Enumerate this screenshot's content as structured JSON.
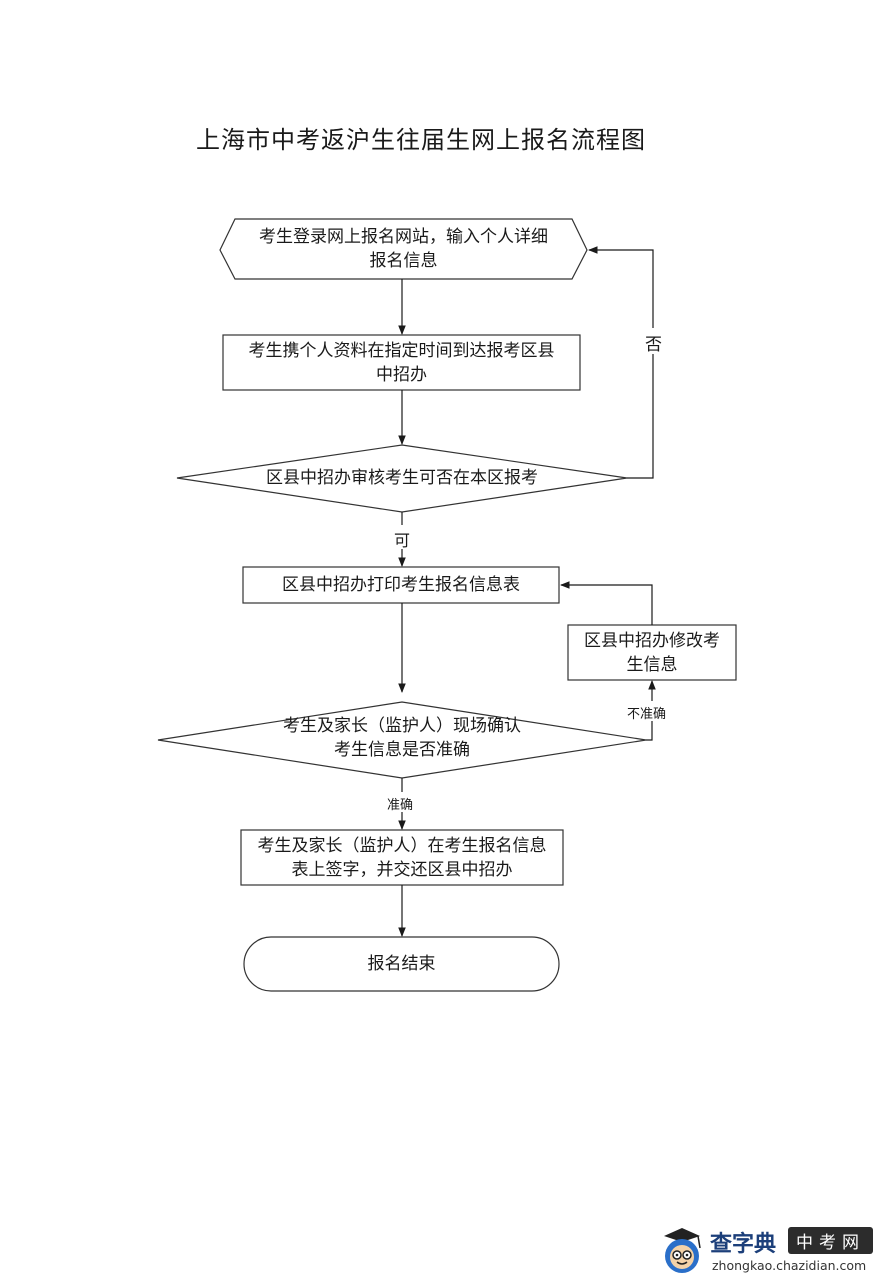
{
  "title": "上海市中考返沪生往届生网上报名流程图",
  "nodes": {
    "start": {
      "line1": "考生登录网上报名网站，输入个人详细",
      "line2": "报名信息"
    },
    "bring_docs": {
      "line1": "考生携个人资料在指定时间到达报考区县",
      "line2": "中招办"
    },
    "review": {
      "text": "区县中招办审核考生可否在本区报考"
    },
    "print": {
      "text": "区县中招办打印考生报名信息表"
    },
    "modify": {
      "line1": "区县中招办修改考",
      "line2": "生信息"
    },
    "confirm": {
      "line1": "考生及家长（监护人）现场确认",
      "line2": "考生信息是否准确"
    },
    "sign": {
      "line1": "考生及家长（监护人）在考生报名信息",
      "line2": "表上签字，并交还区县中招办"
    },
    "end": {
      "text": "报名结束"
    }
  },
  "edge_labels": {
    "no": "否",
    "yes": "可",
    "inaccurate": "不准确",
    "accurate": "准确"
  },
  "watermark": {
    "brand": "查字典",
    "section": "中考网",
    "url": "zhongkao.chazidian.com"
  }
}
